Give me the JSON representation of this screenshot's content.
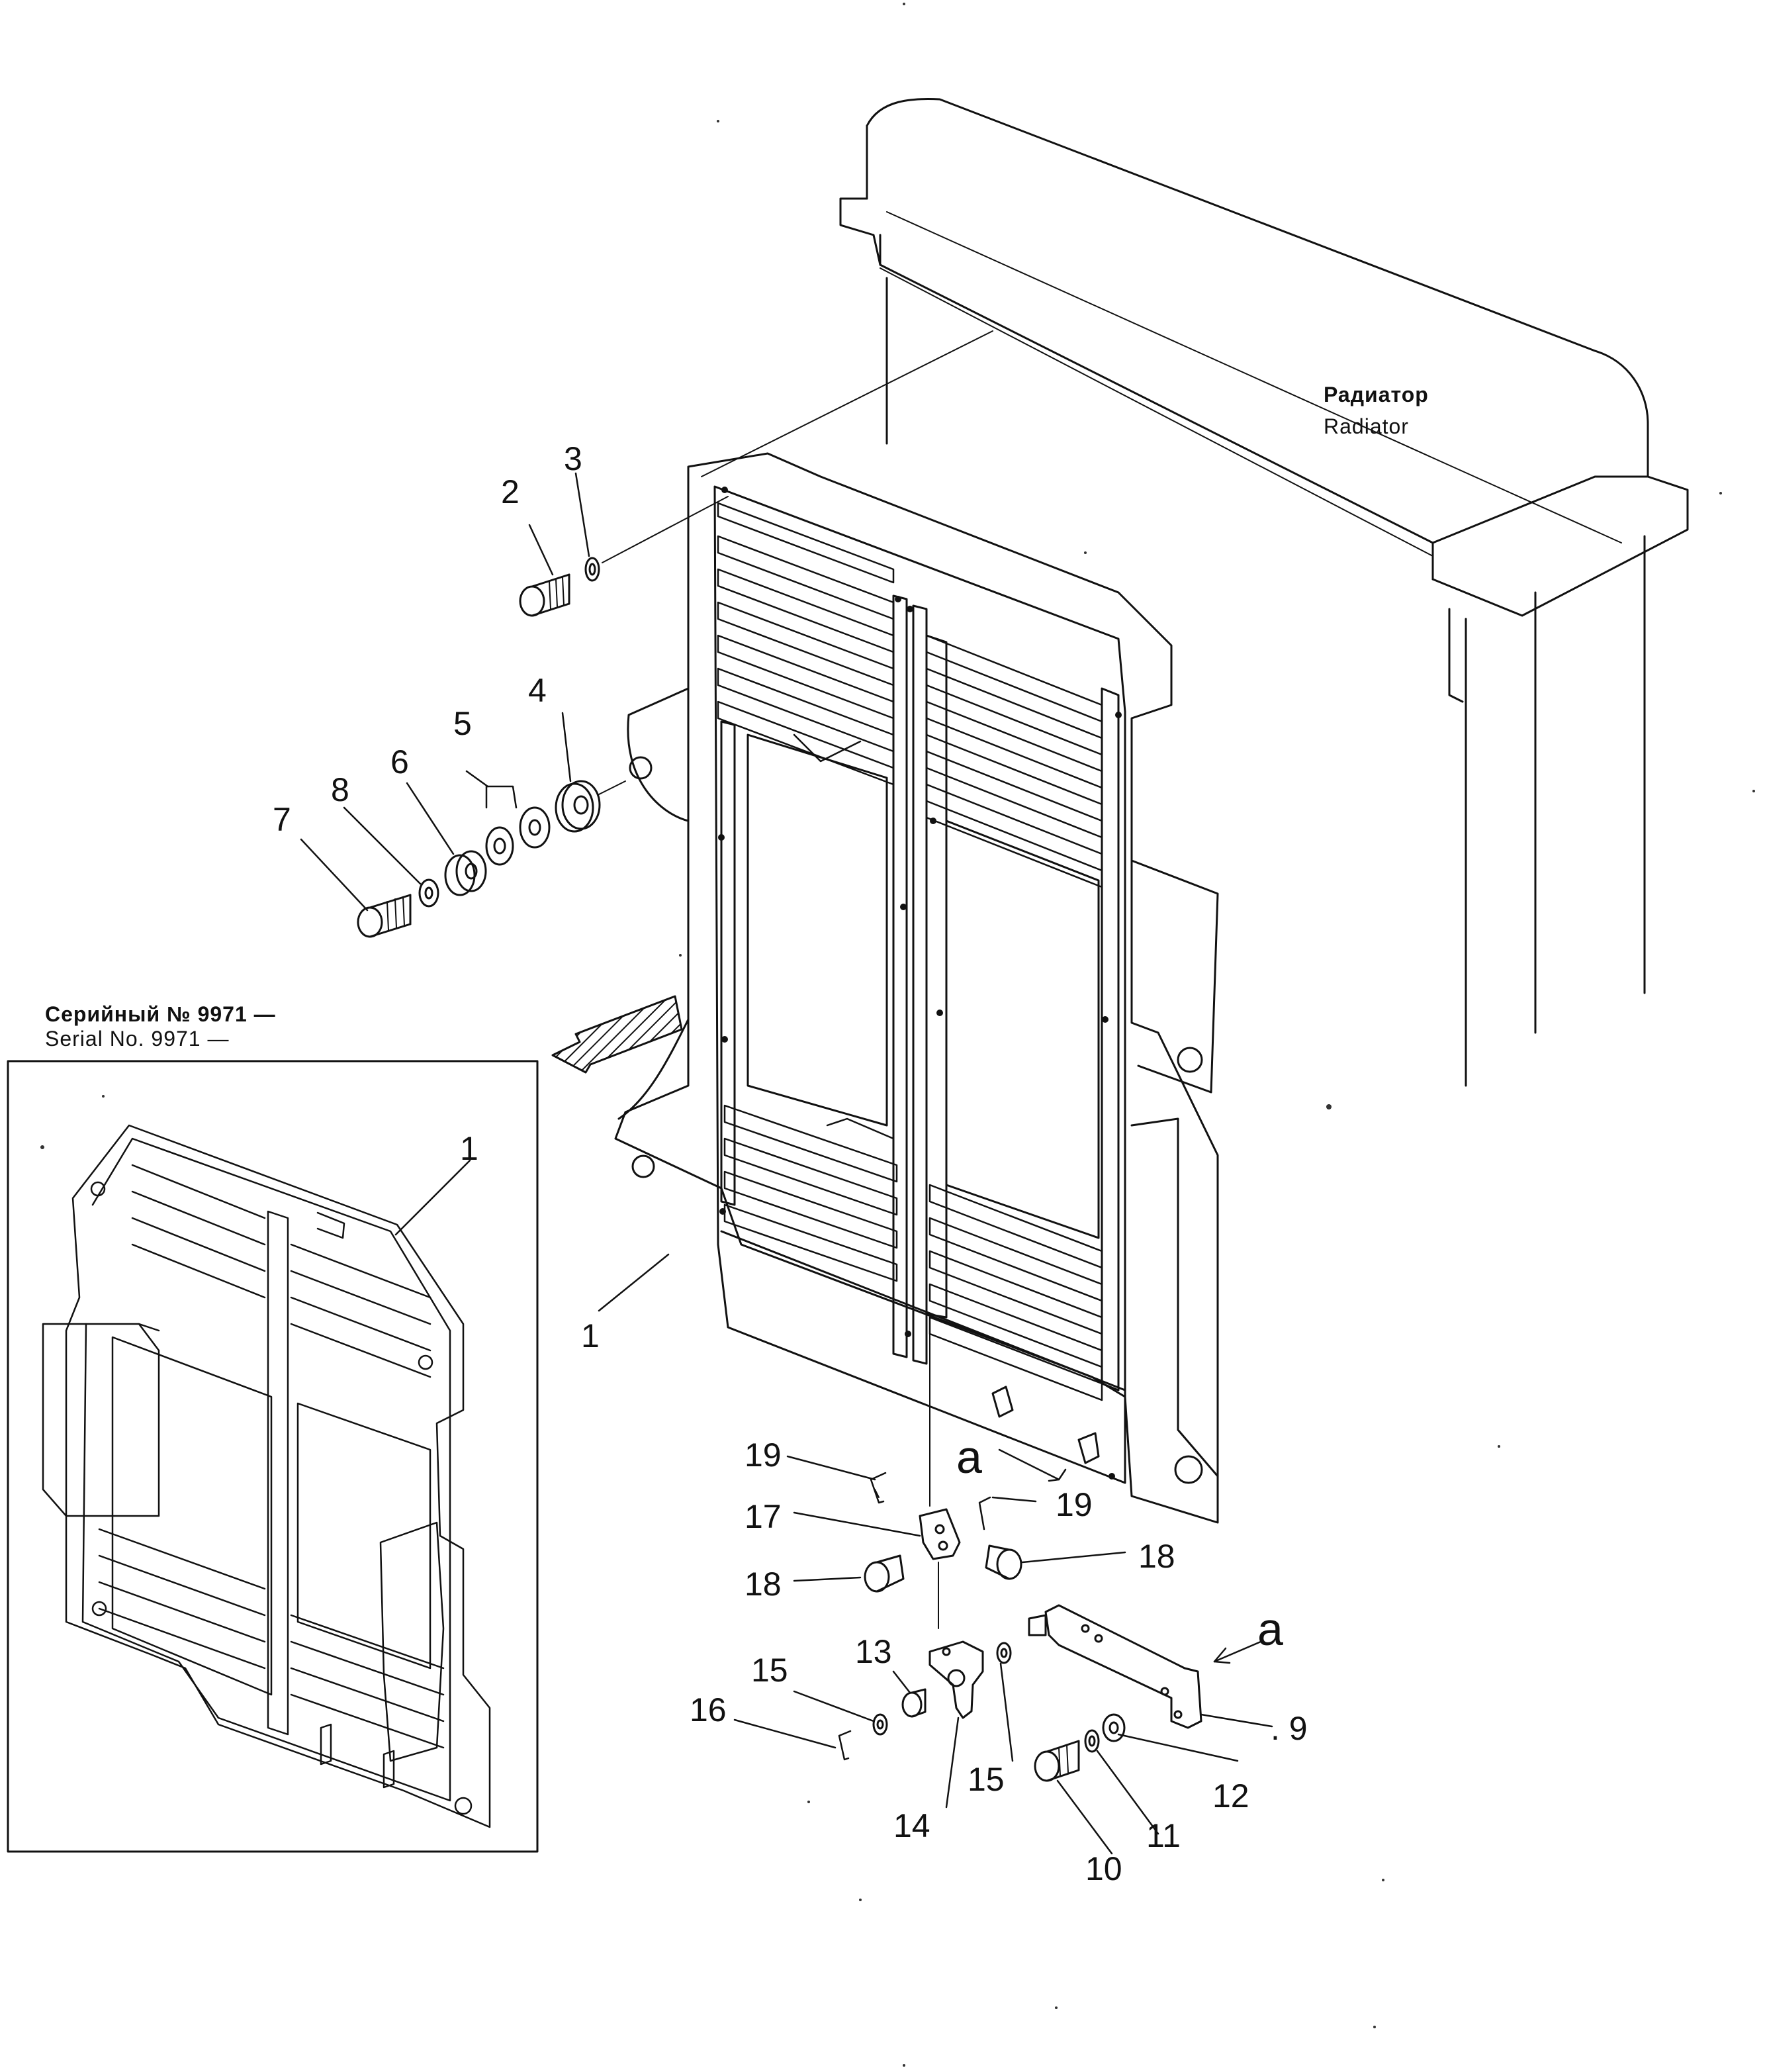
{
  "radiator_label": {
    "ru": "Радиатор",
    "en": "Radiator"
  },
  "serial_note": {
    "ru": "Серийный № 9971 —",
    "en": "Serial No. 9971 —"
  },
  "callouts": {
    "c1_main": "1",
    "c1_inset": "1",
    "c2": "2",
    "c3": "3",
    "c4": "4",
    "c5": "5",
    "c6": "6",
    "c7": "7",
    "c8": "8",
    "c9": ". 9",
    "c10": "10",
    "c11": "11",
    "c12": "12",
    "c13": "13",
    "c14": "14",
    "c15a": "15",
    "c15b": "15",
    "c16": "16",
    "c17": "17",
    "c18a": "18",
    "c18b": "18",
    "c19a": "19",
    "c19b": "19",
    "a1": "a",
    "a2": "a"
  }
}
